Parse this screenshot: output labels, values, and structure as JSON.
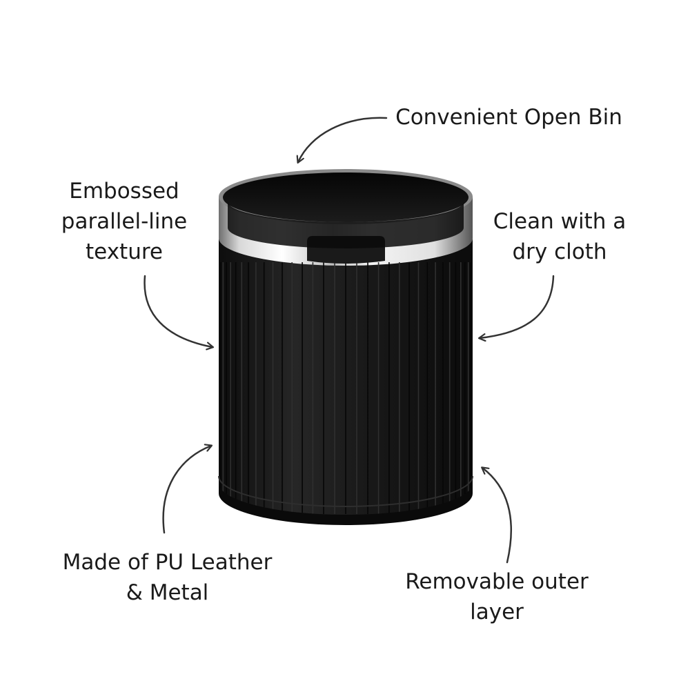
{
  "colors": {
    "background": "#ffffff",
    "text": "#1a1a1a",
    "bin_body": "#141414",
    "rim_metal": "#c9c9c9",
    "arrow": "#333333"
  },
  "product": {
    "illustration": "black-ribbed-open-waste-bin"
  },
  "callouts": {
    "open_bin": {
      "lines": [
        "Convenient Open Bin"
      ]
    },
    "embossed": {
      "lines": [
        "Embossed",
        "parallel-line",
        "texture"
      ]
    },
    "clean": {
      "lines": [
        "Clean with a",
        "dry cloth"
      ]
    },
    "material": {
      "lines": [
        "Made of PU Leather",
        "& Metal"
      ]
    },
    "removable": {
      "lines": [
        "Removable outer",
        "layer"
      ]
    }
  }
}
